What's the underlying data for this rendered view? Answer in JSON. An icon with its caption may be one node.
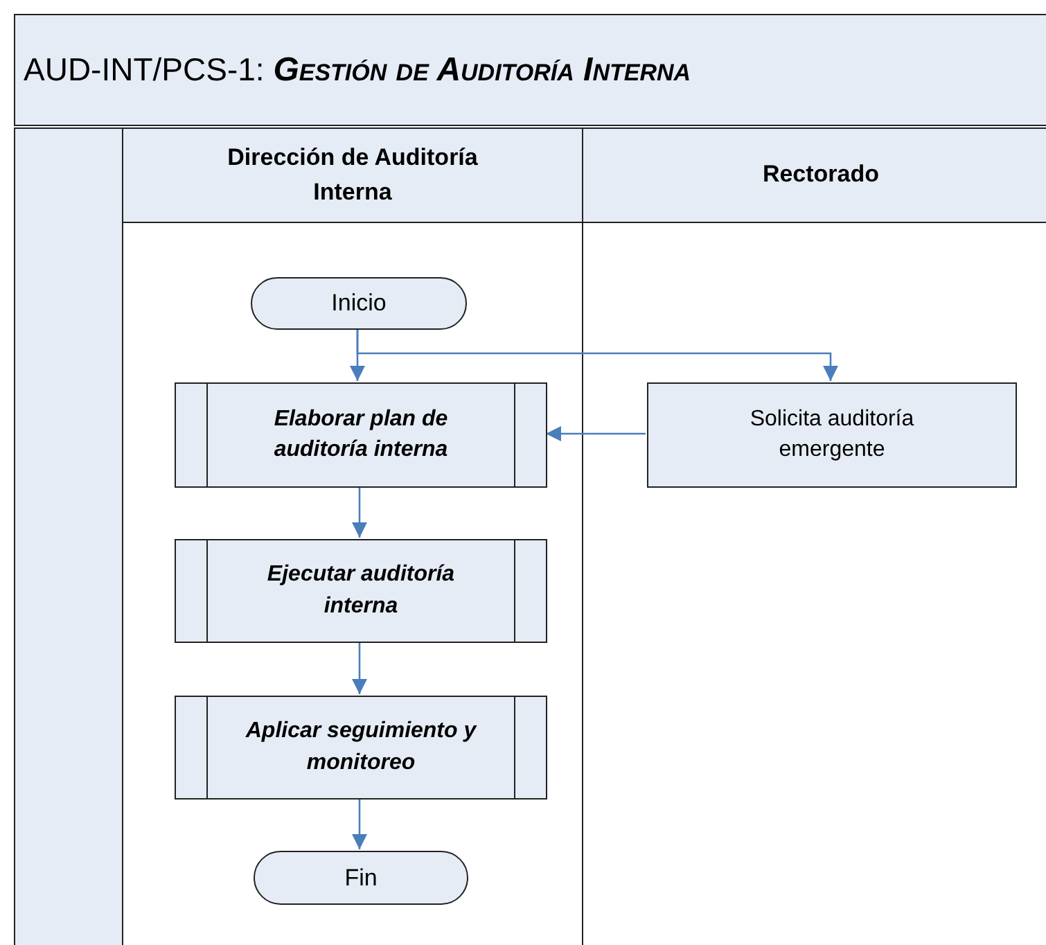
{
  "diagram": {
    "title": "AUD-INT/PCS-1: **Gestión de Auditoría Interna**",
    "nodes": [
      {
        "text": [
          "Dirección de Auditoría Interna"
        ]
      },
      {
        "text": [
          "Inicio"
        ],
        "in": 0
      },
      {
        "text": [
          "Elaborar plan de auditoría interna"
        ],
        "in": 0
      },
      {
        "text": [
          "Ejecutar auditoría interna"
        ],
        "in": 0
      },
      {
        "text": [
          "Aplicar seguimiento y monitoreo"
        ],
        "in": 0
      },
      {
        "text": [
          "Fin"
        ],
        "in": 0
      },
      {
        "text": [
          "Rectorado"
        ]
      },
      {
        "text": [
          "Solicita auditoría emergente"
        ],
        "in": 6
      }
    ],
    "edges": [
      {
        "from": 1,
        "to": 2,
        "arrow": "to"
      },
      {
        "from": 1,
        "to": 7,
        "arrow": "to"
      },
      {
        "from": 7,
        "to": 2,
        "arrow": "to"
      },
      {
        "from": 2,
        "to": 3,
        "arrow": "to"
      },
      {
        "from": 3,
        "to": 4,
        "arrow": "to"
      },
      {
        "from": 4,
        "to": 5,
        "arrow": "to"
      }
    ]
  }
}
